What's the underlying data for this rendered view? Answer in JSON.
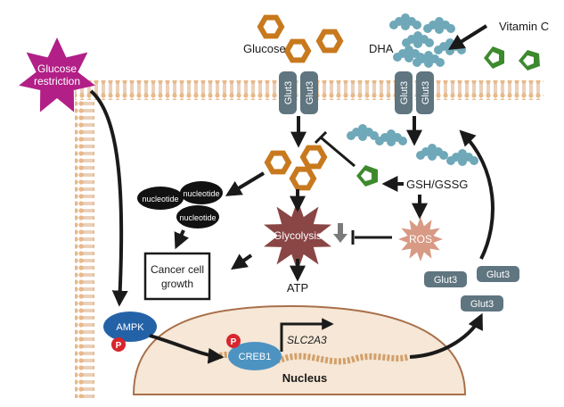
{
  "labels": {
    "glucose_restriction_line1": "Glucose",
    "glucose_restriction_line2": "restriction",
    "glucose": "Glucose",
    "dha": "DHA",
    "vitamin_c": "Vitamin C",
    "glut3_transporter": "Glut3",
    "gsh_gssg": "GSH/GSSG",
    "nucleotide": "nucleotide",
    "glycolysis": "Glycolysis",
    "ros": "ROS",
    "atp": "ATP",
    "cancer_growth_line1": "Cancer cell",
    "cancer_growth_line2": "growth",
    "ampk": "AMPK",
    "phospho": "P",
    "creb1": "CREB1",
    "gene": "SLC2A3",
    "nucleus": "Nucleus"
  },
  "colors": {
    "membrane": "#e8b98a",
    "membrane_line": "#c98a52",
    "glucose": "#c8791e",
    "dha": "#6fa8b8",
    "vitamin_c": "#3d8a2e",
    "transporter": "#5f7580",
    "glycolysis": "#8a4545",
    "ros": "#d89a84",
    "glucose_restriction": "#b21f87",
    "ampk": "#2462a8",
    "creb1": "#4d93c2",
    "phospho": "#d7262e",
    "nucleus": "#f6e7d6",
    "nucleus_edge": "#a8704a",
    "arrow": "#1a1a1a",
    "inhibition_small": "#7a7a7a"
  }
}
